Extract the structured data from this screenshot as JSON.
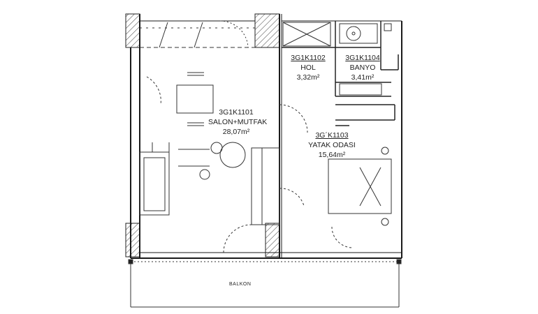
{
  "rooms": {
    "salon": {
      "code": "3G1K1101",
      "name": "SALON+MUTFAK",
      "area": "28,07m²"
    },
    "hol": {
      "code": "3G1K1102",
      "name": "HOL",
      "area": "3,32m²"
    },
    "banyo": {
      "code": "3G1K1104",
      "name": "BANYO",
      "area": "3,41m²"
    },
    "yatak": {
      "code": "3G´K1103",
      "name": "YATAK ODASI",
      "area": "15,64m²"
    }
  },
  "balkon": {
    "label": "BALKON"
  },
  "colors": {
    "wall": "#1a1a1a",
    "line": "#333333",
    "hatch": "#444444",
    "background": "#ffffff"
  }
}
